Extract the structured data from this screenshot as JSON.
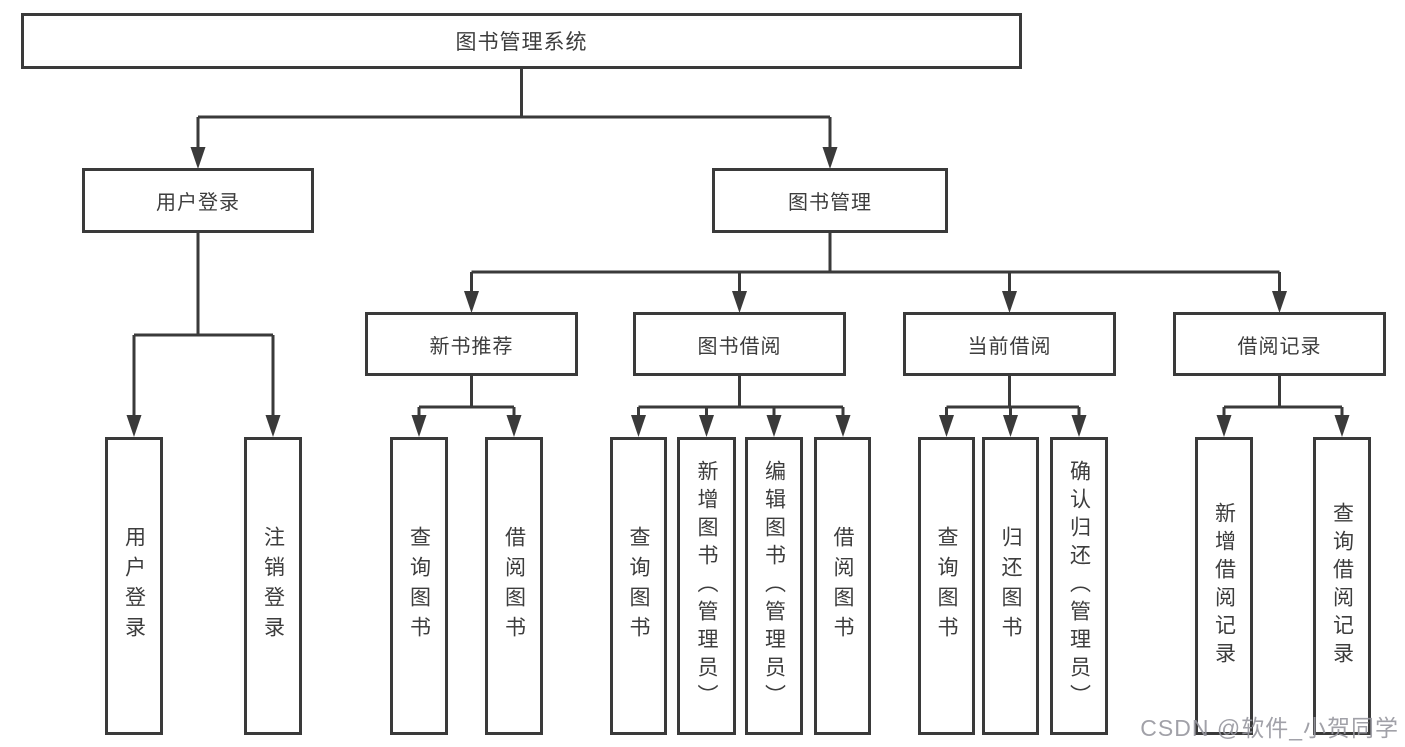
{
  "diagram": {
    "type": "hierarchy-tree",
    "levels": 4,
    "colors": {
      "background": "#ffffff",
      "line": "#3a3a3a",
      "box_border": "#3a3a3a",
      "box_fill": "#ffffff",
      "text": "#3d3d3d",
      "watermark": "#97979f"
    }
  },
  "nodes": {
    "root": "图书管理系统",
    "user_login": "用户登录",
    "book_mgmt": "图书管理",
    "new_book_rec": "新书推荐",
    "book_borrow": "图书借阅",
    "current_borrow": "当前借阅",
    "borrow_records": "借阅记录",
    "g1_user_login": "用户登录",
    "g1_logout": "注销登录",
    "g2_query_book": "查询图书",
    "g2_borrow_book": "借阅图书",
    "g3_query_book": "查询图书",
    "g3_add_book": "新增图书（管理员）",
    "g3_edit_book": "编辑图书（管理员）",
    "g3_borrow_book": "借阅图书",
    "g4_query_book": "查询图书",
    "g4_return_book": "归还图书",
    "g4_confirm_return": "确认归还（管理员）",
    "g5_add_record": "新增借阅记录",
    "g5_query_record": "查询借阅记录"
  },
  "watermark": "CSDN @软件_小贺同学"
}
